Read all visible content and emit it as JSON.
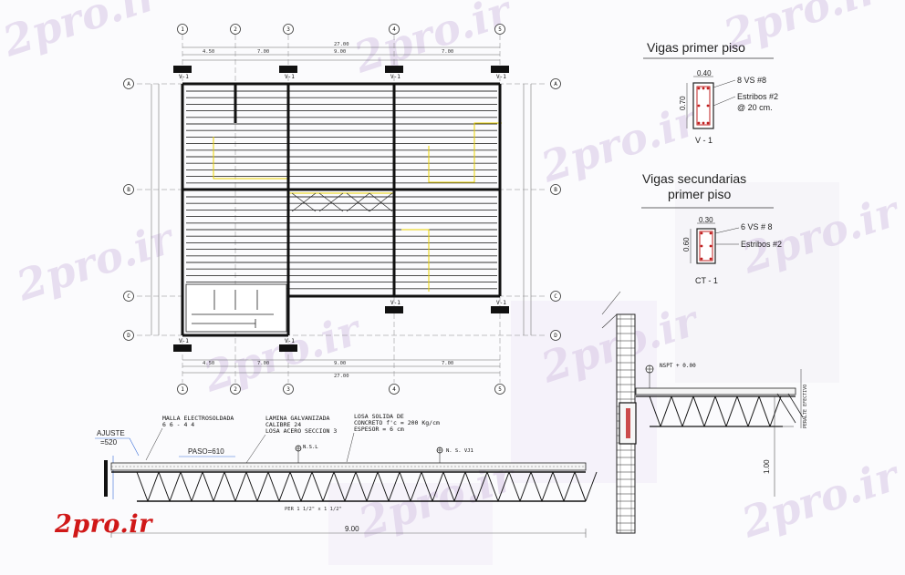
{
  "watermark": {
    "text": "2pro.ir"
  },
  "logo": {
    "text": "2pro.ir"
  },
  "plan": {
    "grid_numbers": [
      "1",
      "2",
      "3",
      "4",
      "5"
    ],
    "grid_letters": [
      "A",
      "B",
      "C",
      "D"
    ],
    "beam_tag": "V-1",
    "dim_total": "27.00",
    "dim_spans": [
      "4.50",
      "7.00",
      "9.00",
      "7.00"
    ]
  },
  "beam_v1": {
    "title": "Vigas primer piso",
    "width": "0.40",
    "height": "0.70",
    "bars": "8 VS #8",
    "stirrups_line1": "Estribos #2",
    "stirrups_line2": "@ 20 cm.",
    "tag": "V - 1"
  },
  "beam_ct1": {
    "title_line1": "Vigas secundarias",
    "title_line2": "primer piso",
    "width": "0.30",
    "height": "0.60",
    "bars": "6 VS # 8",
    "stirrups": "Estribos #2",
    "tag": "CT - 1"
  },
  "section": {
    "ajuste_label": "AJUSTE",
    "ajuste_value": "=520",
    "mesh_line1": "MALLA ELECTROSOLDADA",
    "mesh_line2": "6 6 - 4 4",
    "deck_line1": "LAMINA GALVANIZADA",
    "deck_line2": "CALIBRE 24",
    "deck_line3": "LOSA ACERO SECCION 3",
    "slab_line1": "LOSA SOLIDA DE",
    "slab_line2": "CONCRETO f'c = 200 Kg/cm",
    "slab_line3": "ESPESOR = 6 cm",
    "paso": "PASO=610",
    "level1": "N.S.L",
    "level2": "N. S. VJ1",
    "per_label": "PER 1 1/2\" x 1 1/2\"",
    "span": "9.00"
  },
  "detail": {
    "level": "NSPT + 0.00",
    "height": "1.00",
    "vertical_label": "PERALTE EFECTIVO"
  }
}
